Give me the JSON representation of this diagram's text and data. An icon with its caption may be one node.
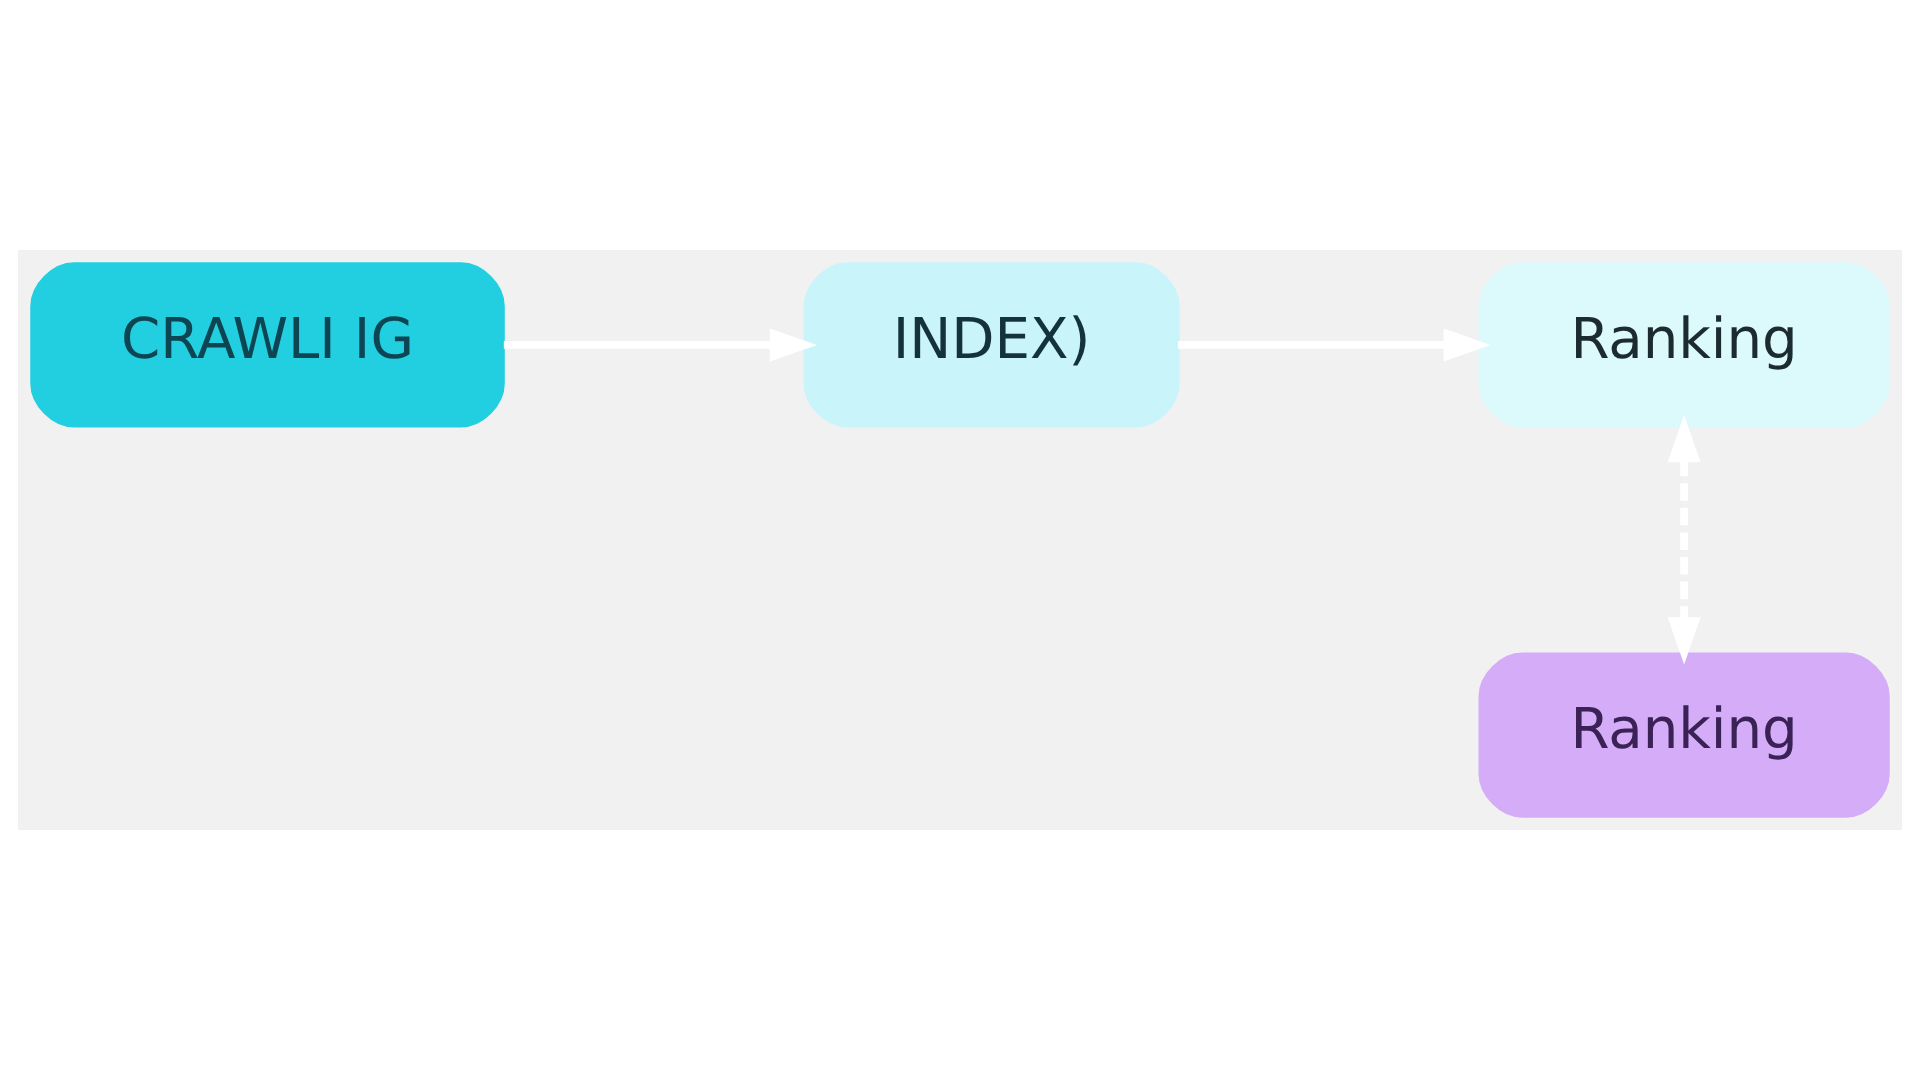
{
  "diagram": {
    "nodes": [
      {
        "text": [
          "CRAWLI IG"
        ]
      },
      {
        "text": [
          "INDEX)"
        ]
      },
      {
        "text": [
          "Ranking"
        ]
      },
      {
        "text": [
          "Ranking"
        ]
      }
    ],
    "edges": [
      {
        "from": 0,
        "to": 1,
        "arrow": "to"
      },
      {
        "from": 1,
        "to": 2,
        "arrow": "to"
      },
      {
        "from": 2,
        "to": 3,
        "arrow": "both",
        "style": "dashed"
      }
    ]
  }
}
